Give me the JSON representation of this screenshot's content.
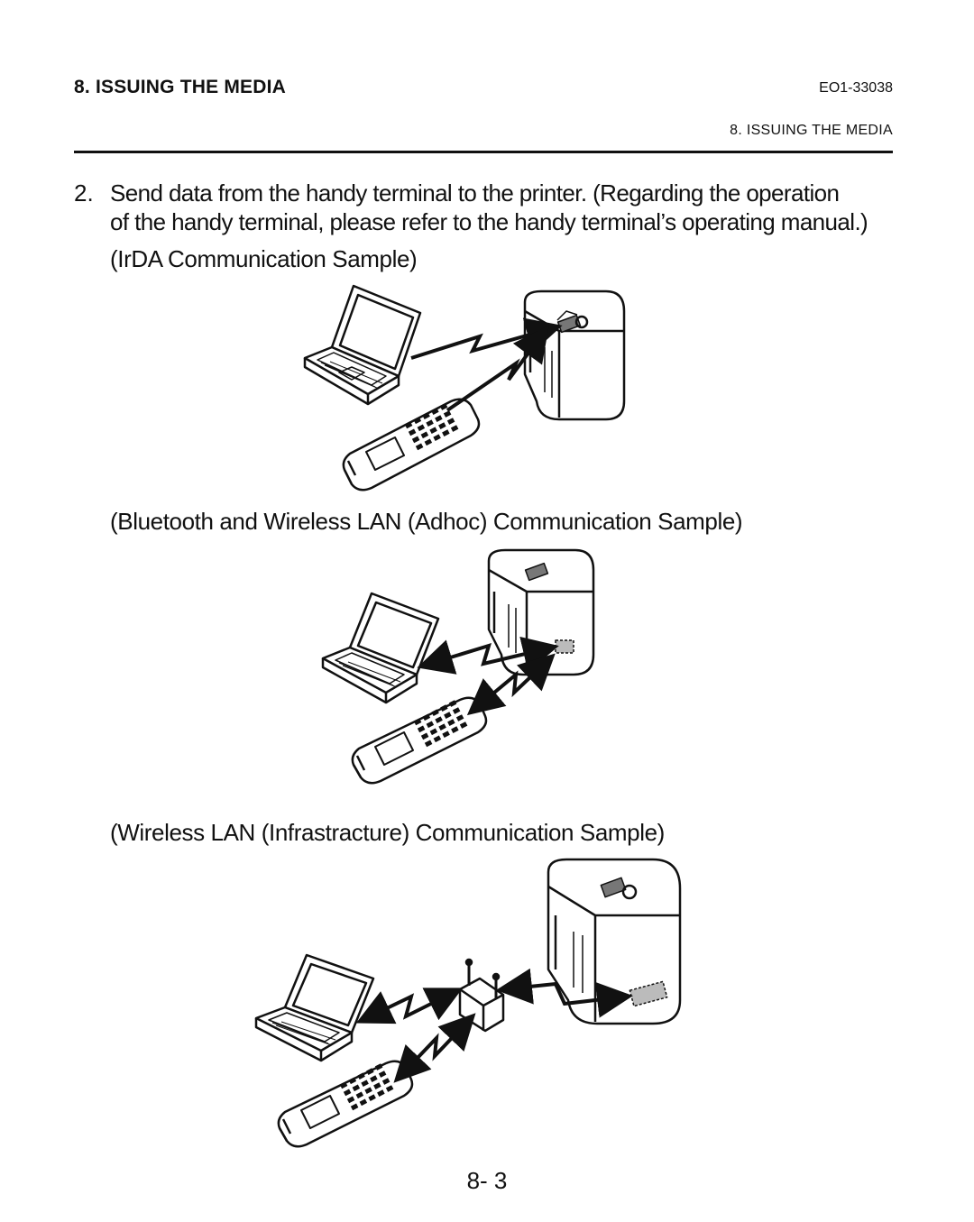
{
  "header": {
    "section_title": "8. ISSUING THE MEDIA",
    "doc_number": "EO1-33038",
    "section_subtitle": "8. ISSUING THE MEDIA"
  },
  "step": {
    "number": "2.",
    "text_line1": "Send data from the handy terminal to the printer.  (Regarding the operation",
    "text_line2": "of the handy terminal, please refer to the handy terminal’s operating manual.)"
  },
  "samples": [
    {
      "caption": "(IrDA Communication Sample)"
    },
    {
      "caption": "(Bluetooth and Wireless LAN (Adhoc) Communication Sample)"
    },
    {
      "caption": "(Wireless LAN (Infrastracture) Communication Sample)"
    }
  ],
  "footer": {
    "page_number": "8- 3"
  }
}
